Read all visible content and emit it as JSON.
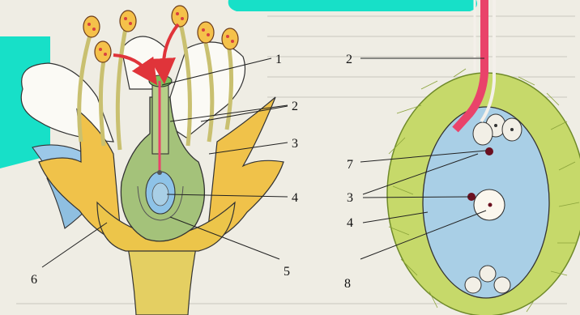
{
  "colors": {
    "background": "#efede4",
    "tab_teal": "#17e0c8",
    "petal_yellow": "#f0c24a",
    "pistil_green": "#a4c27a",
    "ovule_blue": "#a9cfe6",
    "tissue_green": "#c6d96a",
    "tube_pink": "#e9436a",
    "arrow_red": "#e0343a"
  },
  "flower_labels": {
    "l1": "1",
    "l2": "2",
    "l3": "3",
    "l4": "4",
    "l5": "5",
    "l6": "6"
  },
  "ovule_labels": {
    "l2": "2",
    "l7": "7",
    "l3": "3",
    "l4": "4",
    "l8": "8"
  }
}
